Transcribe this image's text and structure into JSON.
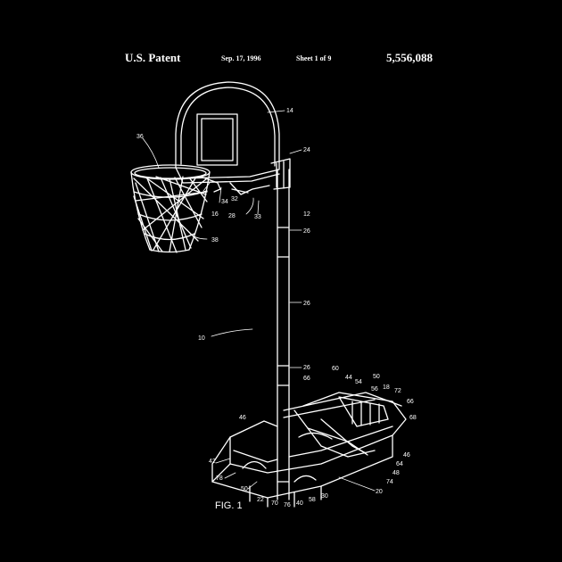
{
  "header": {
    "title": "U.S. Patent",
    "date": "Sep. 17, 1996",
    "sheet": "Sheet 1 of 9",
    "patent_number": "5,556,088"
  },
  "figure_label": "FIG. 1",
  "callouts": {
    "c10": "10",
    "c12": "12",
    "c14": "14",
    "c16": "16",
    "c18": "18",
    "c20": "20",
    "c22": "22",
    "c24": "24",
    "c26": "26",
    "c26b": "26",
    "c26c": "26",
    "c28": "28",
    "c30": "30",
    "c32": "32",
    "c33": "33",
    "c34": "34",
    "c36": "36",
    "c38": "38",
    "c40": "40",
    "c42": "42",
    "c44": "44",
    "c46": "46",
    "c46b": "46",
    "c48": "48",
    "c50": "50",
    "c54": "54",
    "c56": "56",
    "c58": "58",
    "c60": "60",
    "c64": "64",
    "c66": "66",
    "c66b": "66",
    "c68": "68",
    "c70": "70",
    "c72": "72",
    "c74": "74",
    "c76": "76",
    "c78": "78"
  },
  "colors": {
    "background": "#000000",
    "line": "#ffffff"
  }
}
